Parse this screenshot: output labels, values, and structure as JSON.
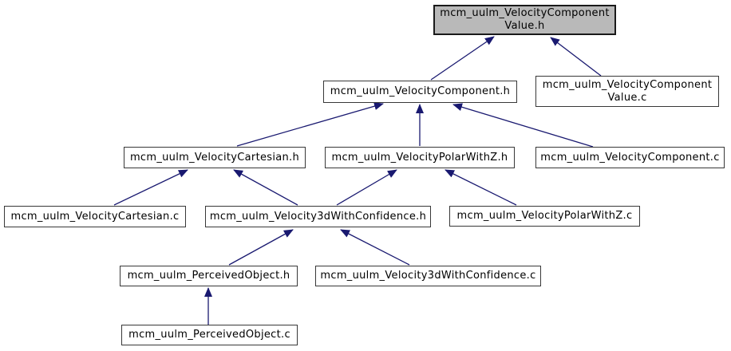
{
  "diagram": {
    "kind": "include-dependency-graph",
    "colors": {
      "background": "#ffffff",
      "edge": "#191970",
      "node_border": "#383838",
      "node_fill": "#ffffff",
      "focus_node_fill": "#b9b9b9",
      "text": "#000000"
    },
    "nodes": [
      {
        "id": "value_h",
        "file": "mcm_uulm_VelocityComponentValue.h",
        "lines": [
          "mcm_uulm_VelocityComponent",
          "Value.h"
        ],
        "focus": true
      },
      {
        "id": "component_h",
        "file": "mcm_uulm_VelocityComponent.h",
        "lines": [
          "mcm_uulm_VelocityComponent.h"
        ]
      },
      {
        "id": "value_c",
        "file": "mcm_uulm_VelocityComponentValue.c",
        "lines": [
          "mcm_uulm_VelocityComponent",
          "Value.c"
        ]
      },
      {
        "id": "cartesian_h",
        "file": "mcm_uulm_VelocityCartesian.h",
        "lines": [
          "mcm_uulm_VelocityCartesian.h"
        ]
      },
      {
        "id": "polar_h",
        "file": "mcm_uulm_VelocityPolarWithZ.h",
        "lines": [
          "mcm_uulm_VelocityPolarWithZ.h"
        ]
      },
      {
        "id": "component_c",
        "file": "mcm_uulm_VelocityComponent.c",
        "lines": [
          "mcm_uulm_VelocityComponent.c"
        ]
      },
      {
        "id": "cartesian_c",
        "file": "mcm_uulm_VelocityCartesian.c",
        "lines": [
          "mcm_uulm_VelocityCartesian.c"
        ]
      },
      {
        "id": "confidence_h",
        "file": "mcm_uulm_Velocity3dWithConfidence.h",
        "lines": [
          "mcm_uulm_Velocity3dWithConfidence.h"
        ]
      },
      {
        "id": "polar_c",
        "file": "mcm_uulm_VelocityPolarWithZ.c",
        "lines": [
          "mcm_uulm_VelocityPolarWithZ.c"
        ]
      },
      {
        "id": "perceived_h",
        "file": "mcm_uulm_PerceivedObject.h",
        "lines": [
          "mcm_uulm_PerceivedObject.h"
        ]
      },
      {
        "id": "confidence_c",
        "file": "mcm_uulm_Velocity3dWithConfidence.c",
        "lines": [
          "mcm_uulm_Velocity3dWithConfidence.c"
        ]
      },
      {
        "id": "perceived_c",
        "file": "mcm_uulm_PerceivedObject.c",
        "lines": [
          "mcm_uulm_PerceivedObject.c"
        ]
      }
    ],
    "edges": [
      {
        "from": "mcm_uulm_VelocityComponent.h",
        "to": "mcm_uulm_VelocityComponentValue.h"
      },
      {
        "from": "mcm_uulm_VelocityComponentValue.c",
        "to": "mcm_uulm_VelocityComponentValue.h"
      },
      {
        "from": "mcm_uulm_VelocityCartesian.h",
        "to": "mcm_uulm_VelocityComponent.h"
      },
      {
        "from": "mcm_uulm_VelocityPolarWithZ.h",
        "to": "mcm_uulm_VelocityComponent.h"
      },
      {
        "from": "mcm_uulm_VelocityComponent.c",
        "to": "mcm_uulm_VelocityComponent.h"
      },
      {
        "from": "mcm_uulm_VelocityCartesian.c",
        "to": "mcm_uulm_VelocityCartesian.h"
      },
      {
        "from": "mcm_uulm_Velocity3dWithConfidence.h",
        "to": "mcm_uulm_VelocityCartesian.h"
      },
      {
        "from": "mcm_uulm_Velocity3dWithConfidence.h",
        "to": "mcm_uulm_VelocityPolarWithZ.h"
      },
      {
        "from": "mcm_uulm_VelocityPolarWithZ.c",
        "to": "mcm_uulm_VelocityPolarWithZ.h"
      },
      {
        "from": "mcm_uulm_PerceivedObject.h",
        "to": "mcm_uulm_Velocity3dWithConfidence.h"
      },
      {
        "from": "mcm_uulm_Velocity3dWithConfidence.c",
        "to": "mcm_uulm_Velocity3dWithConfidence.h"
      },
      {
        "from": "mcm_uulm_PerceivedObject.c",
        "to": "mcm_uulm_PerceivedObject.h"
      }
    ]
  }
}
